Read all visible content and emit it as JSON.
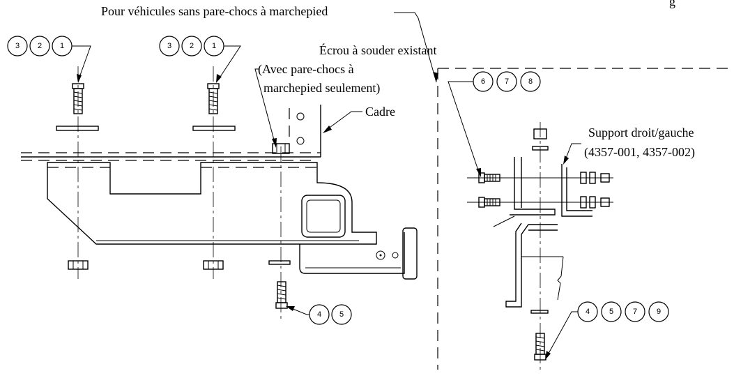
{
  "labels": {
    "header_note": "Pour véhicules sans pare-chocs à marchepied",
    "weld_nut_line1": "Écrou à souder existant",
    "weld_nut_line2": "(Avec pare-chocs à",
    "weld_nut_line3": "marchepied seulement)",
    "frame": "Cadre",
    "bracket_line1": "Support droit/gauche",
    "bracket_line2": "(4357-001, 4357-002)"
  },
  "callouts": [
    {
      "id": "group-left-bolt",
      "items": [
        "3",
        "2",
        "1"
      ]
    },
    {
      "id": "group-mid-bolt",
      "items": [
        "3",
        "2",
        "1"
      ]
    },
    {
      "id": "group-bottom-bolt",
      "items": [
        "4",
        "5"
      ]
    },
    {
      "id": "group-detail-bolts",
      "items": [
        "6",
        "7",
        "8"
      ]
    },
    {
      "id": "group-detail-bottom",
      "items": [
        "4",
        "5",
        "7",
        "9"
      ]
    }
  ]
}
